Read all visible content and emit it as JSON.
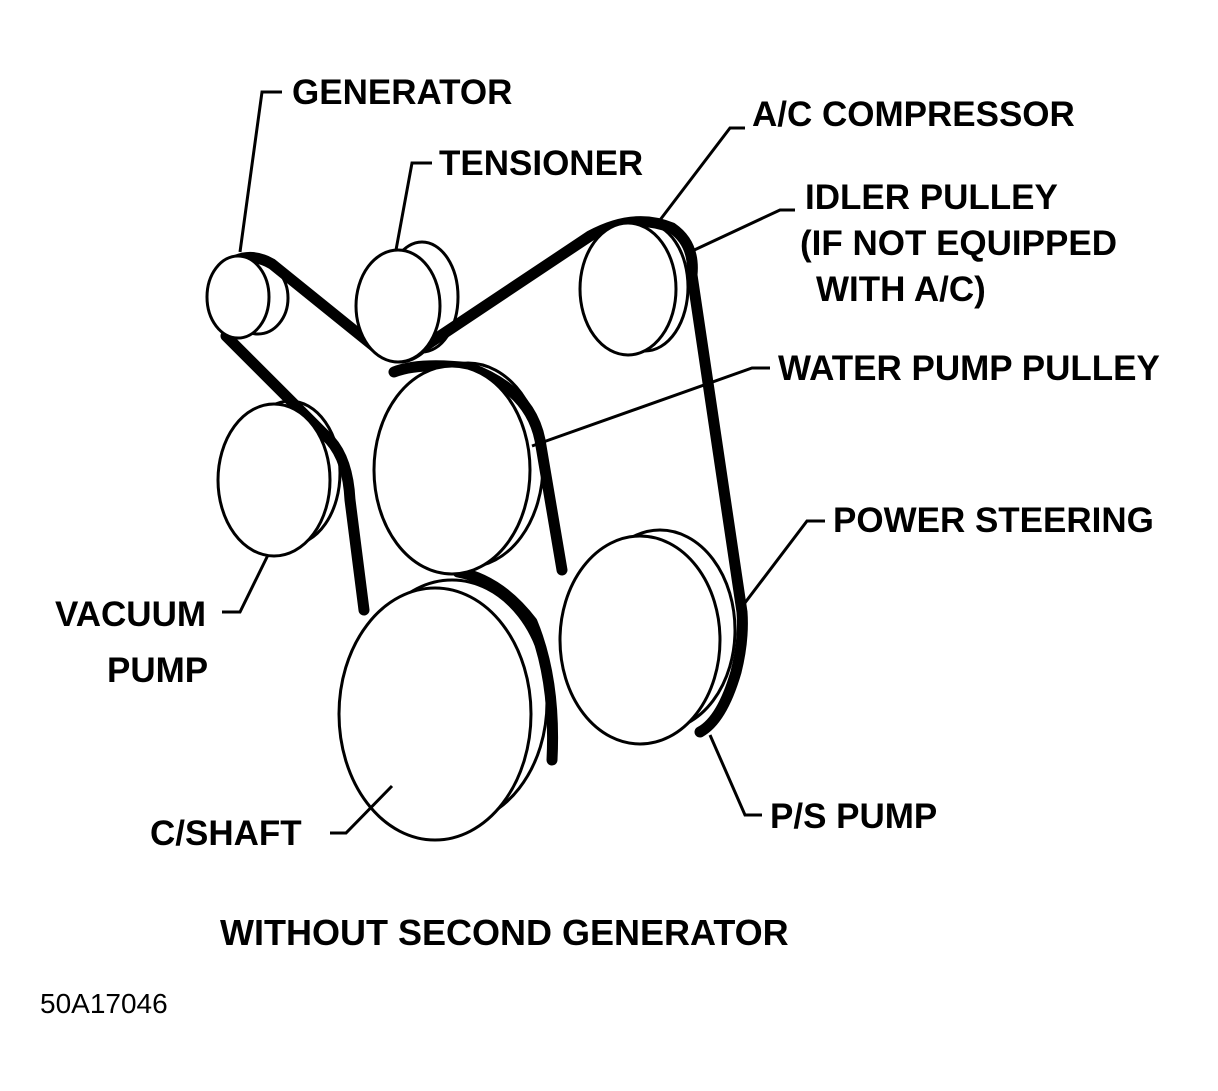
{
  "labels": {
    "generator": "GENERATOR",
    "tensioner": "TENSIONER",
    "ac_compressor": "A/C COMPRESSOR",
    "idler_pulley": [
      "IDLER PULLEY",
      "(IF NOT EQUIPPED",
      "WITH A/C)"
    ],
    "water_pump_pulley": "WATER PUMP PULLEY",
    "power_steering": "POWER STEERING",
    "vacuum_pump": [
      "VACUUM",
      "PUMP"
    ],
    "crankshaft": "C/SHAFT",
    "ps_pump": "P/S PUMP"
  },
  "caption": "WITHOUT SECOND GENERATOR",
  "figure_code": "50A17046",
  "colors": {
    "ink": "#000000",
    "paper": "#ffffff"
  }
}
